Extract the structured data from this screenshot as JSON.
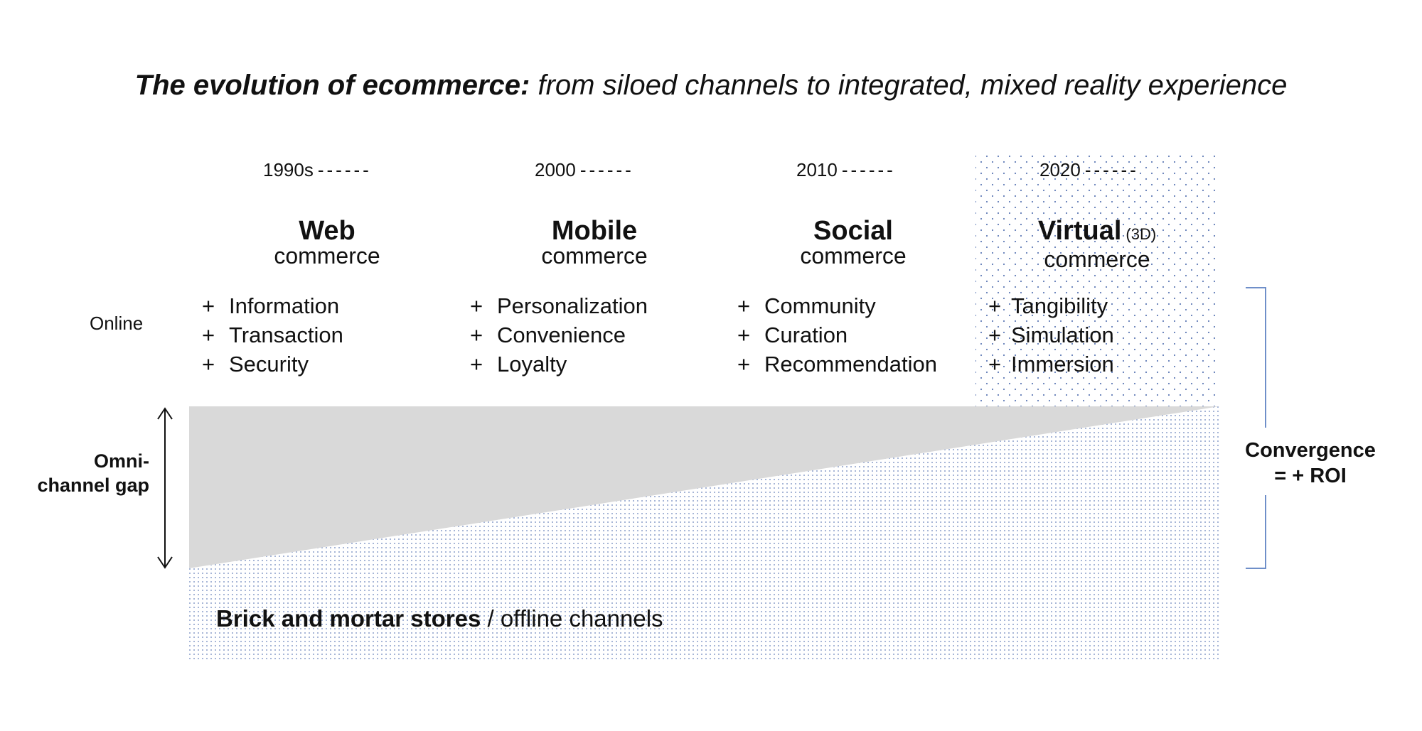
{
  "title": {
    "bold": "The evolution of ecommerce:",
    "rest": "from siloed channels to integrated, mixed reality experience"
  },
  "stages": [
    {
      "era": "1990s",
      "dash": "------",
      "title": "Web",
      "title_extra": "",
      "subtitle": "commerce",
      "features": [
        "Information",
        "Transaction",
        "Security"
      ]
    },
    {
      "era": "2000",
      "dash": "------",
      "title": "Mobile",
      "title_extra": "",
      "subtitle": "commerce",
      "features": [
        "Personalization",
        "Convenience",
        "Loyalty"
      ]
    },
    {
      "era": "2010",
      "dash": "------",
      "title": "Social",
      "title_extra": "",
      "subtitle": "commerce",
      "features": [
        "Community",
        "Curation",
        "Recommendation"
      ]
    },
    {
      "era": "2020",
      "dash": "------",
      "title": "Virtual",
      "title_extra": "(3D)",
      "subtitle": "commerce",
      "features": [
        "Tangibility",
        "Simulation",
        "Immersion"
      ]
    }
  ],
  "feature_marker": "+",
  "online_label": "Online",
  "gap_label": {
    "line1": "Omni-",
    "line2": "channel gap"
  },
  "convergence": {
    "line1": "Convergence",
    "line2": "= + ROI"
  },
  "offline": {
    "bold": "Brick and mortar stores",
    "rest": " / offline channels"
  },
  "colors": {
    "gap_fill": "#d9d9d9",
    "dot_pattern": "#2b4f9e",
    "bracket": "#6f8fc9",
    "text": "#111111"
  }
}
